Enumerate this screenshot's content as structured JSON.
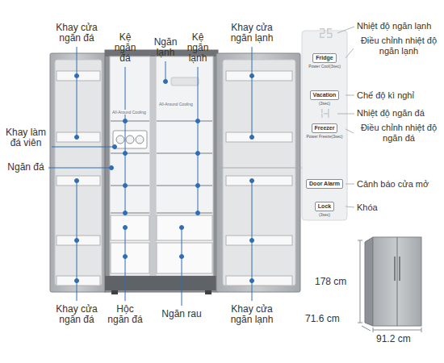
{
  "diagram": {
    "nodes": [
      {
        "text": [
          "Fridge",
          "Power Cool(3sec)"
        ]
      },
      {
        "text": [
          "Vacation",
          "(3sec)"
        ]
      },
      {
        "text": [
          "Freezer",
          "Power Freeze(3sec)"
        ]
      },
      {
        "text": [
          "Door Alarm"
        ]
      },
      {
        "text": [
          "Lock",
          "(3sec)"
        ]
      }
    ],
    "labels": [
      "Khay cửa ngăn đá",
      "Kệ ngăn đá",
      "Ngăn lạnh",
      "Kệ ngăn lạnh",
      "Khay cửa ngăn lạnh",
      "Khay làm đá viên",
      "Ngăn đá",
      "Khay cửa ngăn đá",
      "Hộc ngăn đá",
      "Ngăn rau",
      "Khay cửa ngăn lạnh",
      "Nhiệt độ ngăn lạnh",
      "Điều chỉnh nhiệt độ ngăn lạnh",
      "Chế độ kì nghỉ",
      "Nhiệt độ ngăn đá",
      "Điều chỉnh nhiệt độ ngăn đá",
      "Cảnh báo cửa mở",
      "Khóa",
      "178 cm",
      "71.6 cm",
      "91.2 cm",
      "All-Around Cooling",
      "All-Around Cooling"
    ]
  }
}
